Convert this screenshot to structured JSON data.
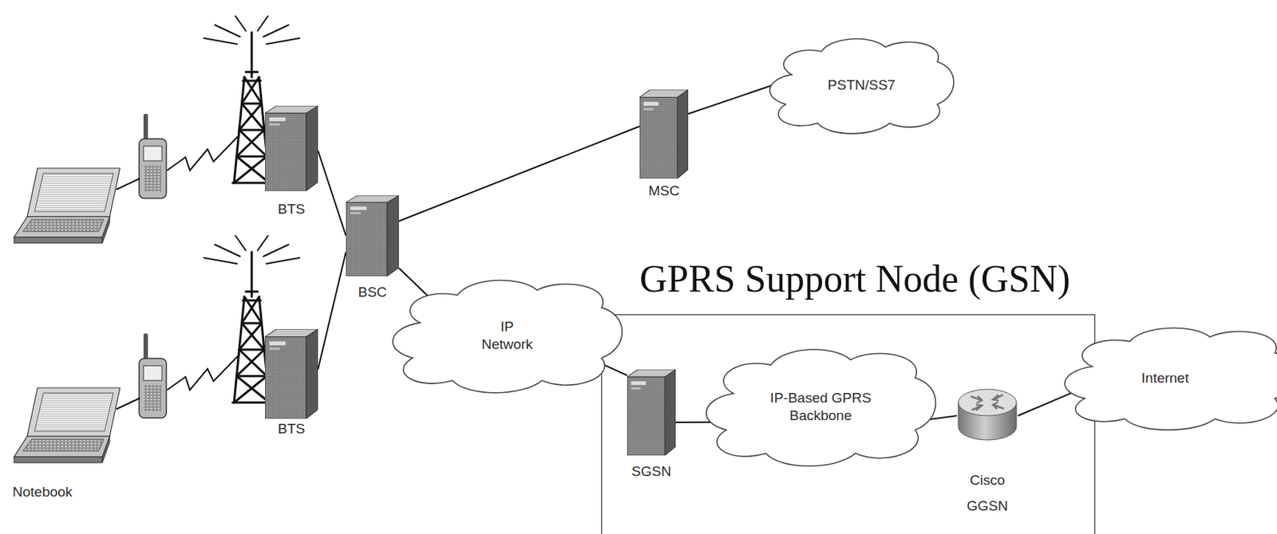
{
  "diagram": {
    "nodes": [
      {
        "text": [
          "BTS"
        ]
      },
      {
        "text": [
          "MSC"
        ]
      },
      {
        "text": [
          "PSTN/SS7"
        ]
      },
      {
        "text": [
          "BSC"
        ]
      },
      {
        "text": [
          "IP Network"
        ]
      },
      {
        "text": [
          "GPRS Support Node (GSN)"
        ]
      },
      {
        "text": [
          "SGSN"
        ],
        "in": 5
      },
      {
        "text": [
          "IP-Based GPRS Backbone"
        ],
        "in": 5
      },
      {
        "text": [
          "Cisco GGSN"
        ],
        "in": 5
      },
      {
        "text": [
          "Internet"
        ]
      },
      {
        "text": [
          "BTS"
        ]
      },
      {
        "text": [
          "Notebook"
        ]
      }
    ],
    "edges": [
      {
        "from": 0,
        "to": 3,
        "arrow": "none"
      },
      {
        "from": 10,
        "to": 3,
        "arrow": "none"
      },
      {
        "from": 3,
        "to": 1,
        "arrow": "none"
      },
      {
        "from": 1,
        "to": 2,
        "arrow": "none"
      },
      {
        "from": 3,
        "to": 4,
        "arrow": "none"
      },
      {
        "from": 4,
        "to": 6,
        "arrow": "none"
      },
      {
        "from": 6,
        "to": 7,
        "arrow": "none"
      },
      {
        "from": 7,
        "to": 8,
        "arrow": "none"
      },
      {
        "from": 8,
        "to": 9,
        "arrow": "none"
      }
    ]
  }
}
